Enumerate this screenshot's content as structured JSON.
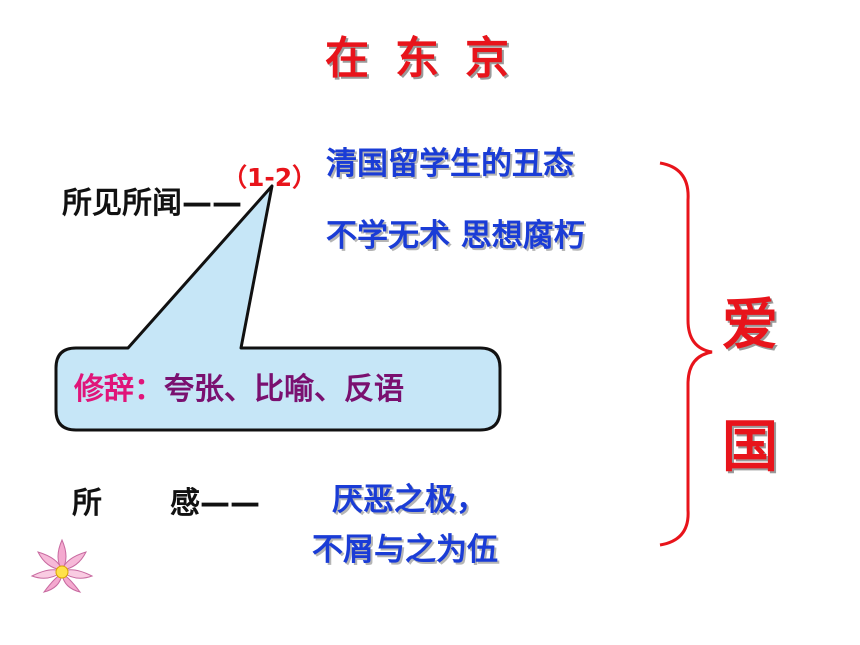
{
  "title": "在东京",
  "seen": {
    "label": "所见所闻——",
    "range": "（1-2）",
    "line1": "清国留学生的丑态",
    "line2": "不学无术 思想腐朽"
  },
  "callout": {
    "label": "修辞",
    "colon": "：",
    "content": "夸张、比喻、反语"
  },
  "feel": {
    "label_a": "所",
    "label_b": "感——",
    "line1": "厌恶之极，",
    "line2": "不屑与之为伍"
  },
  "conclusion": {
    "char1": "爱",
    "char2": "国"
  },
  "colors": {
    "title": "#e8141b",
    "blue": "#1a3cd6",
    "callout_fill": "#c6e6f7",
    "bracket": "#e8141b"
  },
  "icons": [
    "lotus-flower-icon"
  ]
}
